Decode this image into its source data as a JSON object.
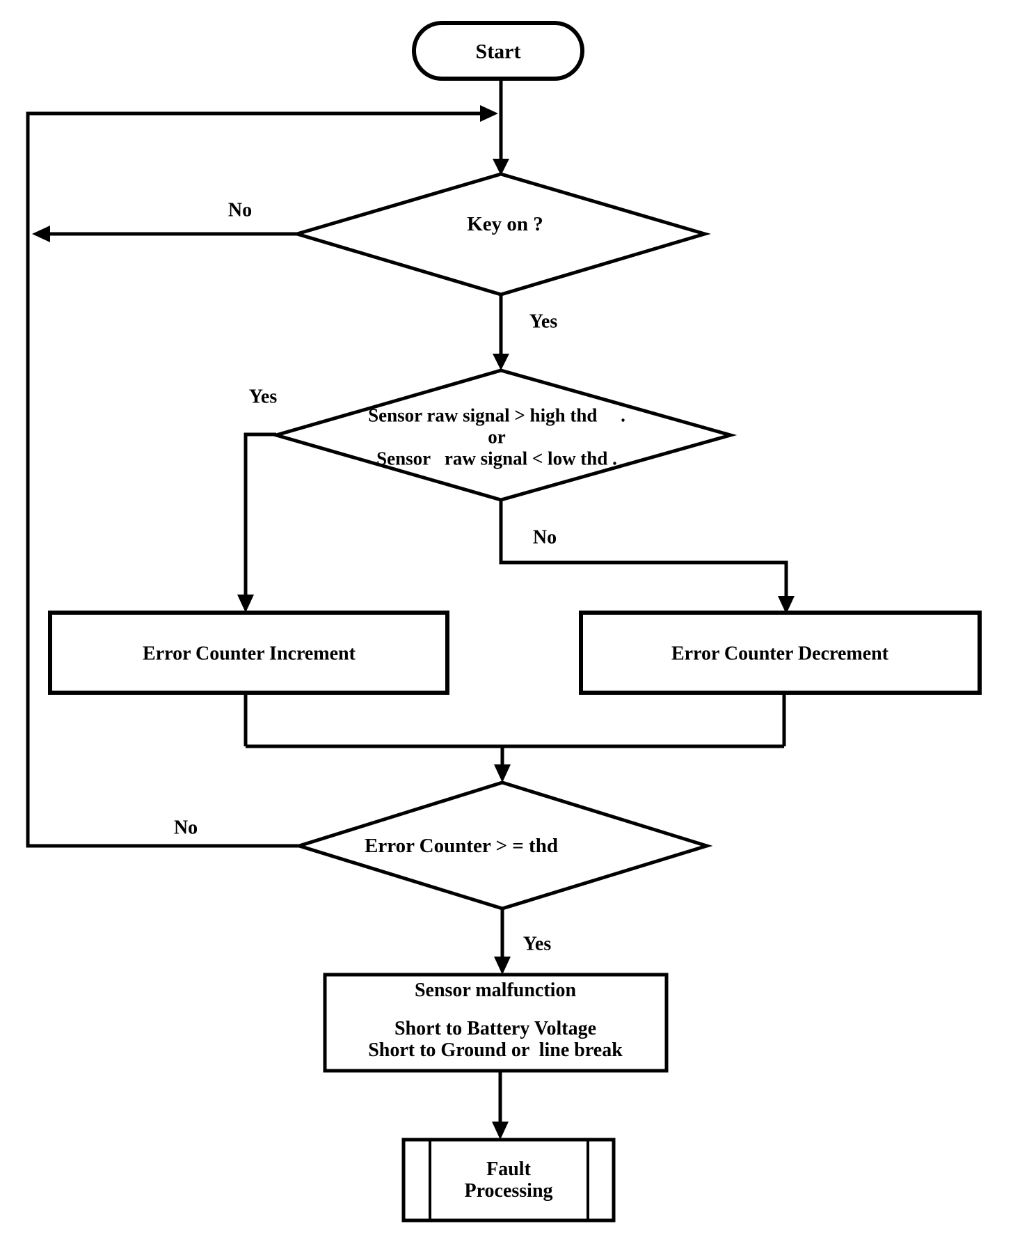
{
  "canvas": {
    "background": "#ffffff",
    "ink": "#000000"
  },
  "nodes": {
    "start": {
      "label": "Start",
      "shape": "terminator"
    },
    "key_on": {
      "label": "Key on ?",
      "shape": "decision"
    },
    "sensor_threshold": {
      "shape": "decision",
      "line1": "Sensor raw signal > high thd     .",
      "line2": "or",
      "line3": "Sensor   raw signal < low thd ."
    },
    "error_counter_increment": {
      "label": "Error Counter Increment",
      "shape": "process"
    },
    "error_counter_decrement": {
      "label": "Error Counter Decrement",
      "shape": "process"
    },
    "error_counter_threshold": {
      "label": "Error Counter > = thd",
      "shape": "decision"
    },
    "sensor_malfunction": {
      "shape": "process",
      "line1": "Sensor malfunction",
      "line2": "Short to Battery Voltage",
      "line3": "Short to Ground or  line break"
    },
    "fault_processing": {
      "shape": "predefined-process",
      "line1": "Fault",
      "line2": "Processing"
    }
  },
  "edge_labels": {
    "key_on_no": "No",
    "key_on_yes": "Yes",
    "sensor_yes": "Yes",
    "sensor_no": "No",
    "counter_no": "No",
    "counter_yes": "Yes"
  }
}
